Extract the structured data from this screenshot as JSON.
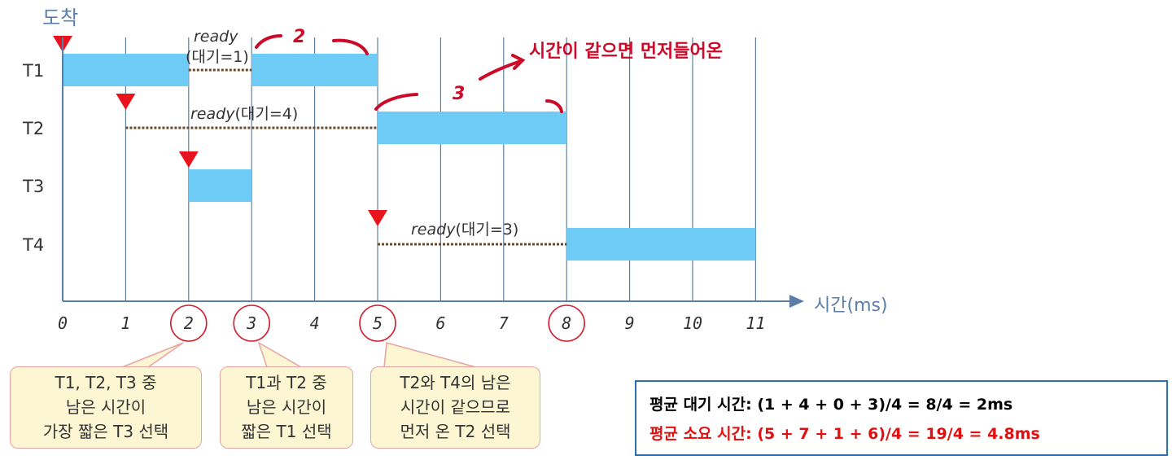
{
  "arrival_label": "도착",
  "time_axis_label": "시간(ms)",
  "time_ticks": [
    "0",
    "1",
    "2",
    "3",
    "4",
    "5",
    "6",
    "7",
    "8",
    "9",
    "10",
    "11"
  ],
  "circled_ticks": [
    "2",
    "3",
    "5",
    "8"
  ],
  "threads": [
    {
      "name": "T1",
      "arrival": 0,
      "runs": [
        [
          0,
          2
        ],
        [
          3,
          5
        ]
      ],
      "waits": [
        [
          2,
          3
        ]
      ]
    },
    {
      "name": "T2",
      "arrival": 1,
      "runs": [
        [
          5,
          8
        ]
      ],
      "waits": [
        [
          1,
          5
        ]
      ]
    },
    {
      "name": "T3",
      "arrival": 2,
      "runs": [
        [
          2,
          3
        ]
      ],
      "waits": []
    },
    {
      "name": "T4",
      "arrival": 5,
      "runs": [
        [
          8,
          11
        ]
      ],
      "waits": [
        [
          5,
          8
        ]
      ]
    }
  ],
  "ready_labels": {
    "t1_ready": "ready",
    "t1_wait": "(대기=1)",
    "t2": {
      "ready": "ready",
      "wait": "(대기=4)"
    },
    "t4": {
      "ready": "ready",
      "wait": "(대기=3)"
    }
  },
  "handwritten": {
    "n2": "2",
    "n3": "3",
    "note": "시간이 같으면 먼저들어온"
  },
  "callouts": [
    {
      "lines": [
        "T1, T2, T3 중",
        "남은 시간이",
        "가장 짧은 T3 선택"
      ]
    },
    {
      "lines": [
        "T1과 T2 중",
        "남은 시간이",
        "짧은 T1 선택"
      ]
    },
    {
      "lines": [
        "T2와 T4의 남은",
        "시간이 같으므로",
        "먼저 온 T2 선택"
      ]
    }
  ],
  "summary": {
    "avg_wait": "평균 대기 시간: (1 + 4 + 0 + 3)/4 = 8/4 = 2ms",
    "avg_turnaround": "평균 소요 시간: (5 + 7 + 1 + 6)/4 = 19/4 = 4.8ms"
  },
  "colors": {
    "bar": "#6ecbf5",
    "wait": "#6b4a2b",
    "arrow": "#e8141d",
    "axis": "#5a7ea8",
    "grid": "#5f7fa0",
    "handwriting": "#cc0a28",
    "circle": "#d02030",
    "summary_wait": "#000000",
    "summary_turnaround": "#e01010"
  }
}
